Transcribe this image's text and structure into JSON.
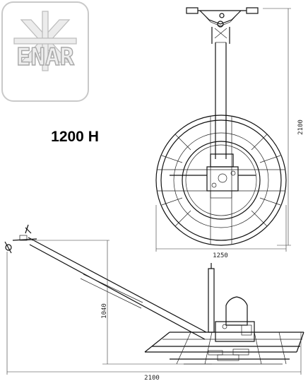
{
  "logo": {
    "text": "ENAR"
  },
  "model": {
    "title": "1200 H"
  },
  "dimensions": {
    "top_view_height": "2100",
    "top_view_width": "1250",
    "side_view_height": "1040",
    "side_view_length": "2100"
  },
  "colors": {
    "ink": "#111111",
    "logo_gray": "#bdbdbd"
  }
}
